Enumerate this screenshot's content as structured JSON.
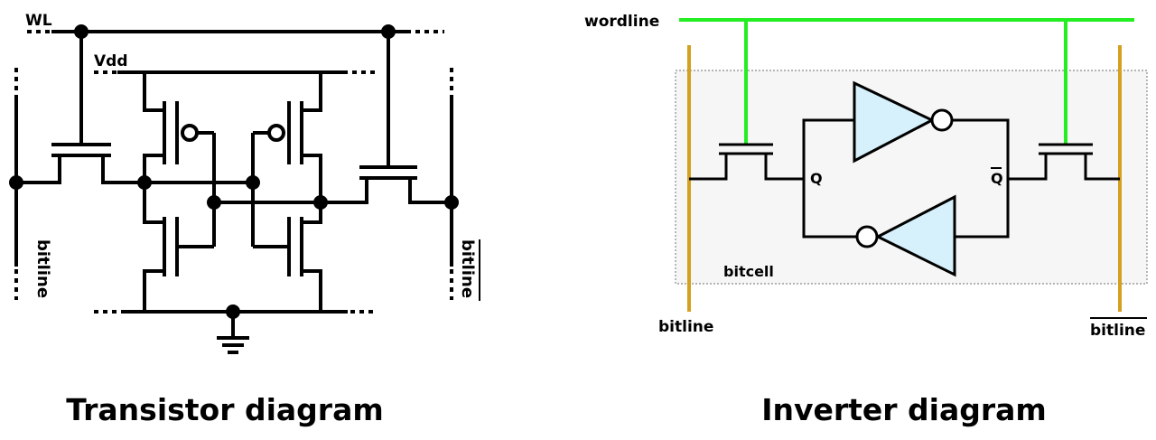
{
  "left": {
    "title": "Transistor diagram",
    "labels": {
      "wl": "WL",
      "vdd": "Vdd",
      "bitline": "bitline",
      "bitline_bar": "bitline"
    }
  },
  "right": {
    "title": "Inverter diagram",
    "labels": {
      "wordline": "wordline",
      "q": "Q",
      "q_bar": "Q",
      "bitcell": "bitcell",
      "bitline": "bitline",
      "bitline_bar": "bitline"
    },
    "colors": {
      "wordline": "#22ee22",
      "bitline": "#d4a020",
      "inverter_fill": "#d6f1fb",
      "cell_fill": "#f6f6f6"
    }
  }
}
